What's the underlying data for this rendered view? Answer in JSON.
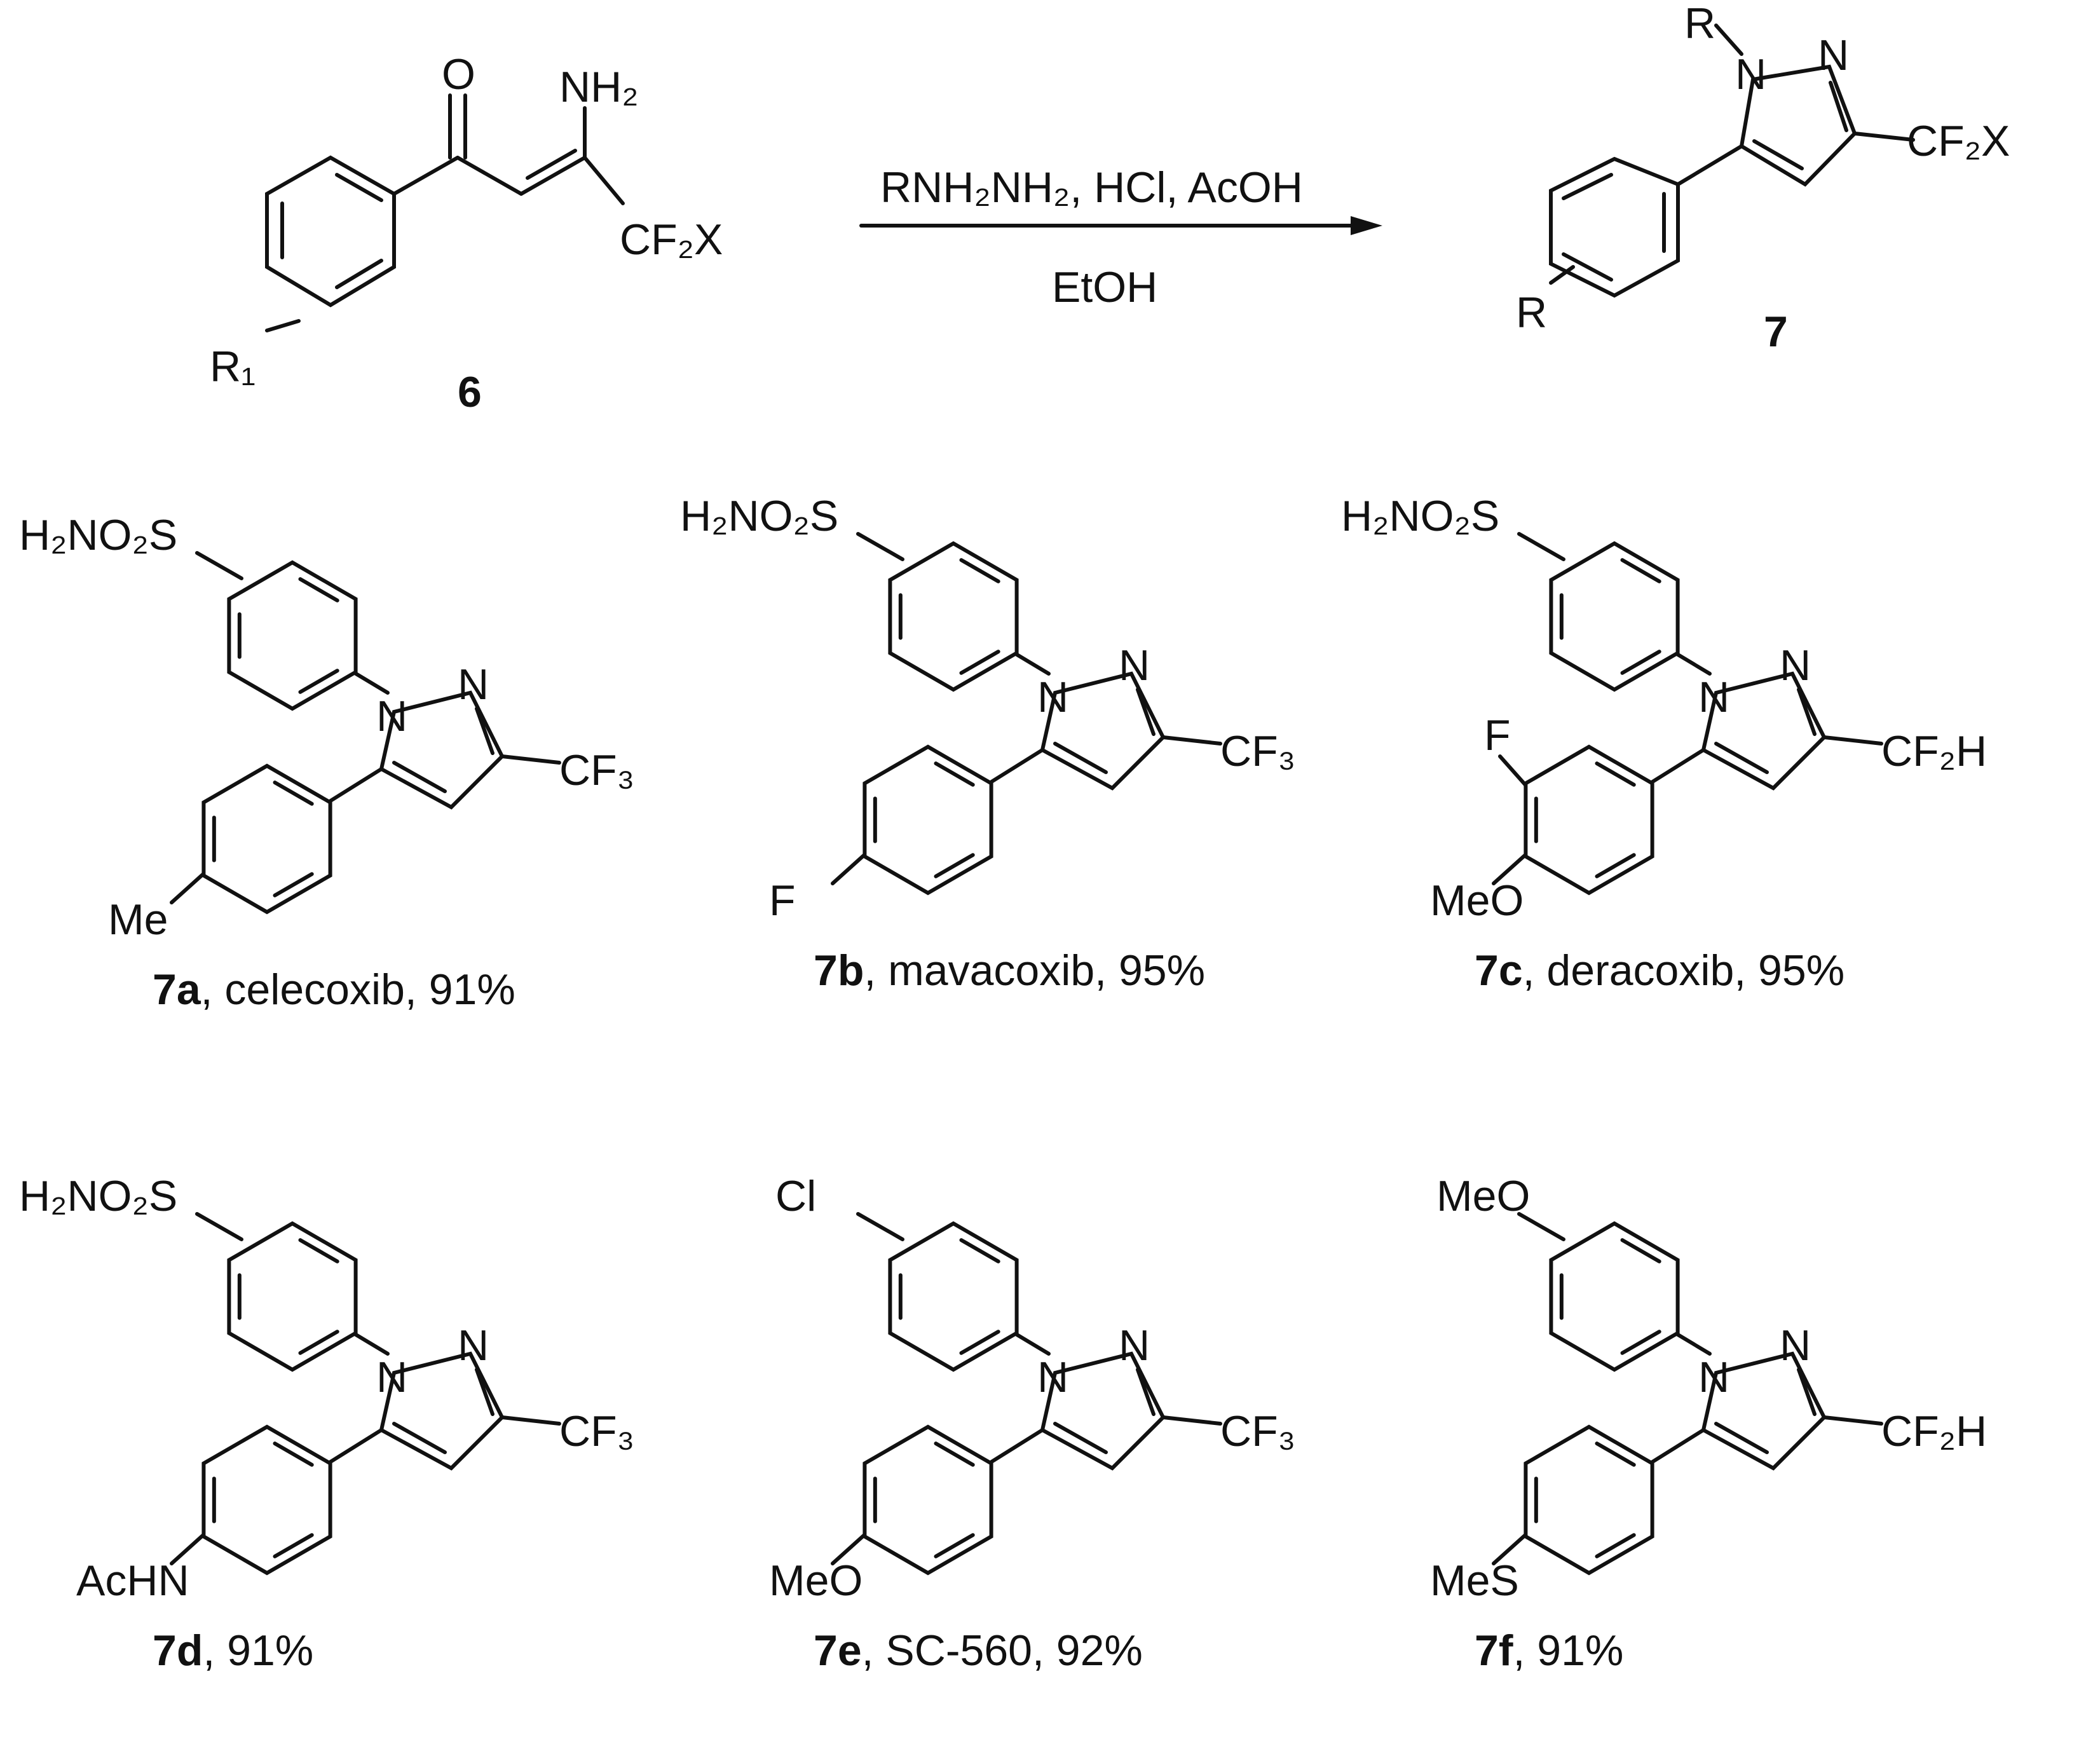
{
  "reaction": {
    "reagents": "RNH₂NH₂, HCl, AcOH",
    "solvent": "EtOH",
    "starting_material": {
      "number": "6",
      "atoms": {
        "oxygen": "O",
        "amine": "NH₂",
        "difluoro": "CF₂X",
        "substituent": "R₁"
      }
    },
    "product": {
      "number": "7",
      "atoms": {
        "n_sub": "R",
        "n1": "N",
        "n2": "N",
        "difluoro": "CF₂X",
        "aryl_sub": "R"
      }
    }
  },
  "compounds": [
    {
      "id": "7a",
      "name": "celecoxib",
      "yield": "91%",
      "n_aryl": "H₂NO₂S",
      "c_aryl": "Me",
      "c_aryl_sub": "",
      "group": "CF₃",
      "n1": "N",
      "n2": "N"
    },
    {
      "id": "7b",
      "name": "mavacoxib",
      "yield": "95%",
      "n_aryl": "H₂NO₂S",
      "c_aryl": "F",
      "c_aryl_sub": "",
      "group": "CF₃",
      "n1": "N",
      "n2": "N"
    },
    {
      "id": "7c",
      "name": "deracoxib",
      "yield": "95%",
      "n_aryl": "H₂NO₂S",
      "c_aryl": "MeO",
      "c_aryl_sub": "F",
      "group": "CF₂H",
      "n1": "N",
      "n2": "N"
    },
    {
      "id": "7d",
      "name": "",
      "yield": "91%",
      "n_aryl": "H₂NO₂S",
      "c_aryl": "AcHN",
      "c_aryl_sub": "",
      "group": "CF₃",
      "n1": "N",
      "n2": "N"
    },
    {
      "id": "7e",
      "name": "SC-560",
      "yield": "92%",
      "n_aryl": "Cl",
      "c_aryl": "MeO",
      "c_aryl_sub": "",
      "group": "CF₃",
      "n1": "N",
      "n2": "N"
    },
    {
      "id": "7f",
      "name": "",
      "yield": "91%",
      "n_aryl": "MeO",
      "c_aryl": "MeS",
      "c_aryl_sub": "",
      "group": "CF₂H",
      "n1": "N",
      "n2": "N"
    }
  ]
}
